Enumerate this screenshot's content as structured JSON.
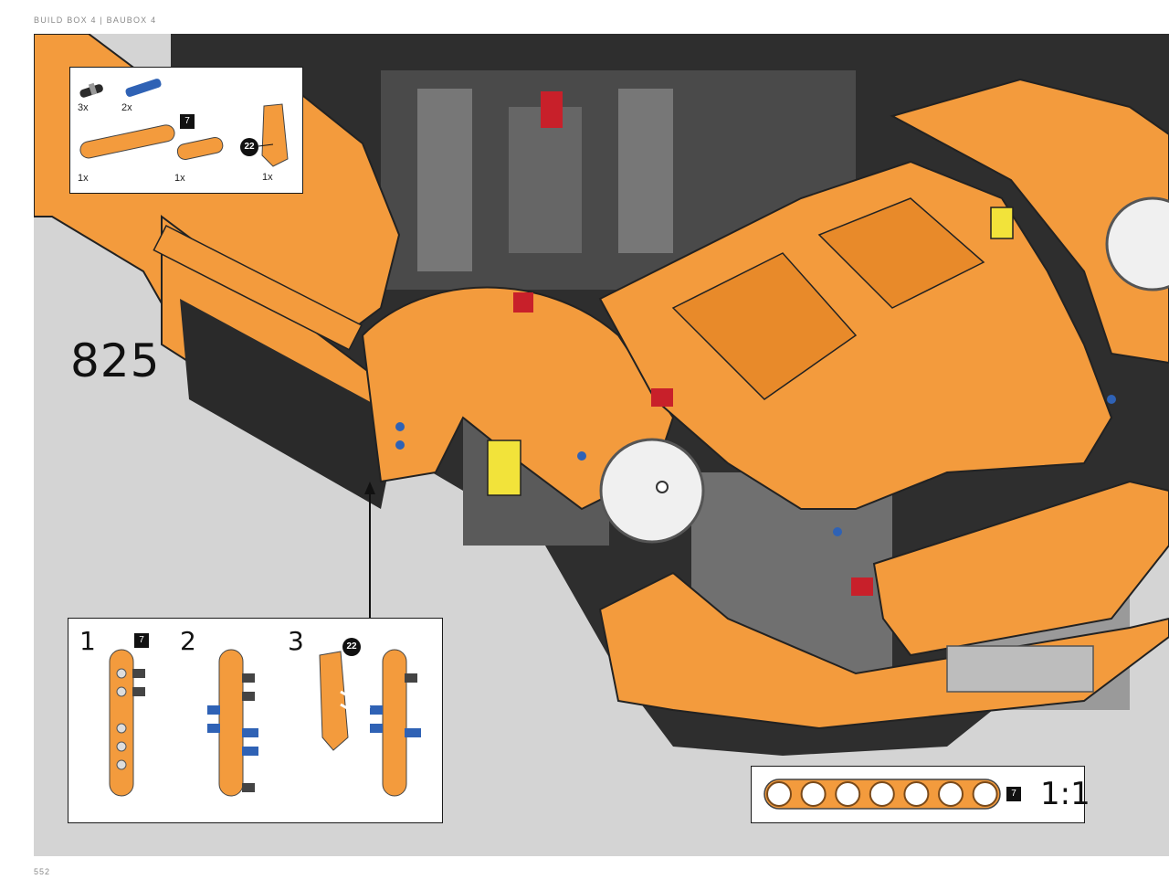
{
  "header": {
    "text": "BUILD BOX 4  |  BAUBOX 4"
  },
  "page_number": "552",
  "step": {
    "number": "825"
  },
  "parts_list": {
    "items": [
      {
        "qty": "3x",
        "name": "black-pin-with-friction",
        "color": "#2b2b2b"
      },
      {
        "qty": "2x",
        "name": "blue-axle-pin",
        "color": "#2f62b5"
      },
      {
        "qty": "1x",
        "name": "orange-beam-5",
        "color": "#f39b3d"
      },
      {
        "qty": "1x",
        "name": "orange-beam-3",
        "color": "#f39b3d"
      },
      {
        "qty": "1x",
        "name": "orange-panel-22",
        "color": "#f39b3d"
      }
    ],
    "length_badge": "7",
    "part_badge": "22"
  },
  "substeps": {
    "steps": [
      {
        "label": "1",
        "badge": "7"
      },
      {
        "label": "2"
      },
      {
        "label": "3",
        "badge": "22"
      }
    ]
  },
  "scale": {
    "badge": "7",
    "label": "1:1",
    "holes": 7
  },
  "colors": {
    "orange": "#f39b3d",
    "dark_orange": "#d97f22",
    "black": "#2a2a2a",
    "grey": "#9a9a9a",
    "blue": "#2f62b5",
    "red": "#c8202a",
    "yellow": "#f2e33a",
    "background": "#d4d4d4"
  }
}
